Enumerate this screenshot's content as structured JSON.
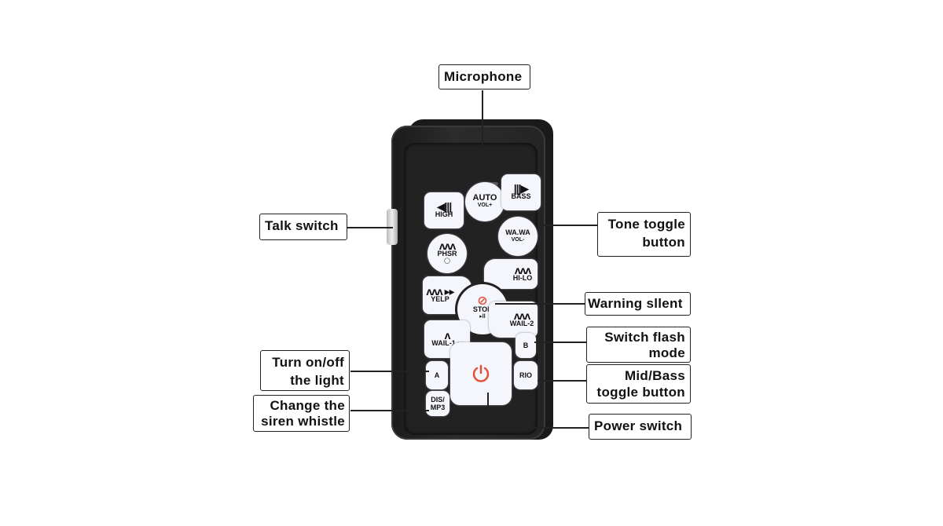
{
  "callouts": {
    "microphone": "Microphone",
    "talk_switch": "Talk switch",
    "tone_toggle_1": "Tone toggle",
    "tone_toggle_2": "button",
    "warning_silent": "Warning sllent",
    "switch_flash_1": "Switch flash",
    "switch_flash_2": "mode",
    "turn_light_1": "Turn on/off",
    "turn_light_2": "the light",
    "mid_bass_1": "Mid/Bass",
    "mid_bass_2": "toggle button",
    "change_siren_1": "Change the",
    "change_siren_2": "siren whistle",
    "power_switch": "Power switch"
  },
  "buttons": {
    "high": "HIGH",
    "auto": "AUTO",
    "vol_plus": "VOL+",
    "bass": "BASS",
    "phsr": "PHSR",
    "wawa": "WA.WA",
    "vol_minus": "VOL-",
    "hilo": "HI-LO",
    "yelp": "YELP",
    "stop": "STOP",
    "wail2": "WAIL-2",
    "wail1": "WAIL-1",
    "b": "B",
    "a": "A",
    "rio": "RIO",
    "dis": "DIS/",
    "mp3": "MP3"
  },
  "icons": {
    "speaker": "speaker-icon",
    "wave": "wave-icon",
    "power": "power-icon",
    "mute": "mute-icon"
  },
  "colors": {
    "power": "#e0503a"
  }
}
